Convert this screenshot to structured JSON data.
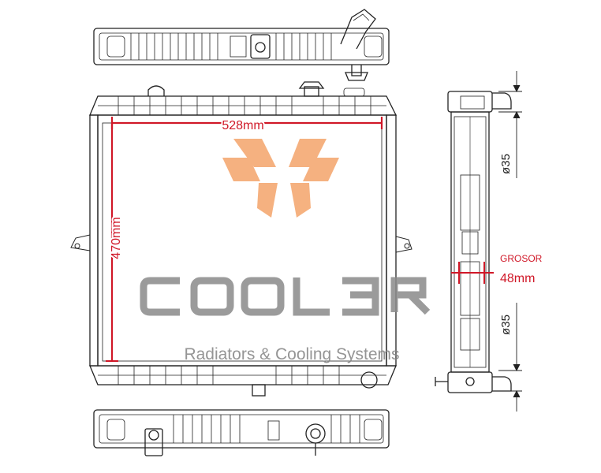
{
  "dimensions": {
    "width_label": "528mm",
    "height_label": "470mm",
    "inlet_diameter": "ø35",
    "outlet_diameter": "ø35",
    "thickness_label": "GROSOR",
    "thickness_value": "48mm"
  },
  "watermark": {
    "brand": "COOL3R",
    "tagline": "Radiators & Cooling Systems"
  },
  "colors": {
    "outline": "#222222",
    "dimension_red": "#d01828",
    "logo_orange": "#f4a46a",
    "watermark_gray": "#8a8a8a"
  }
}
